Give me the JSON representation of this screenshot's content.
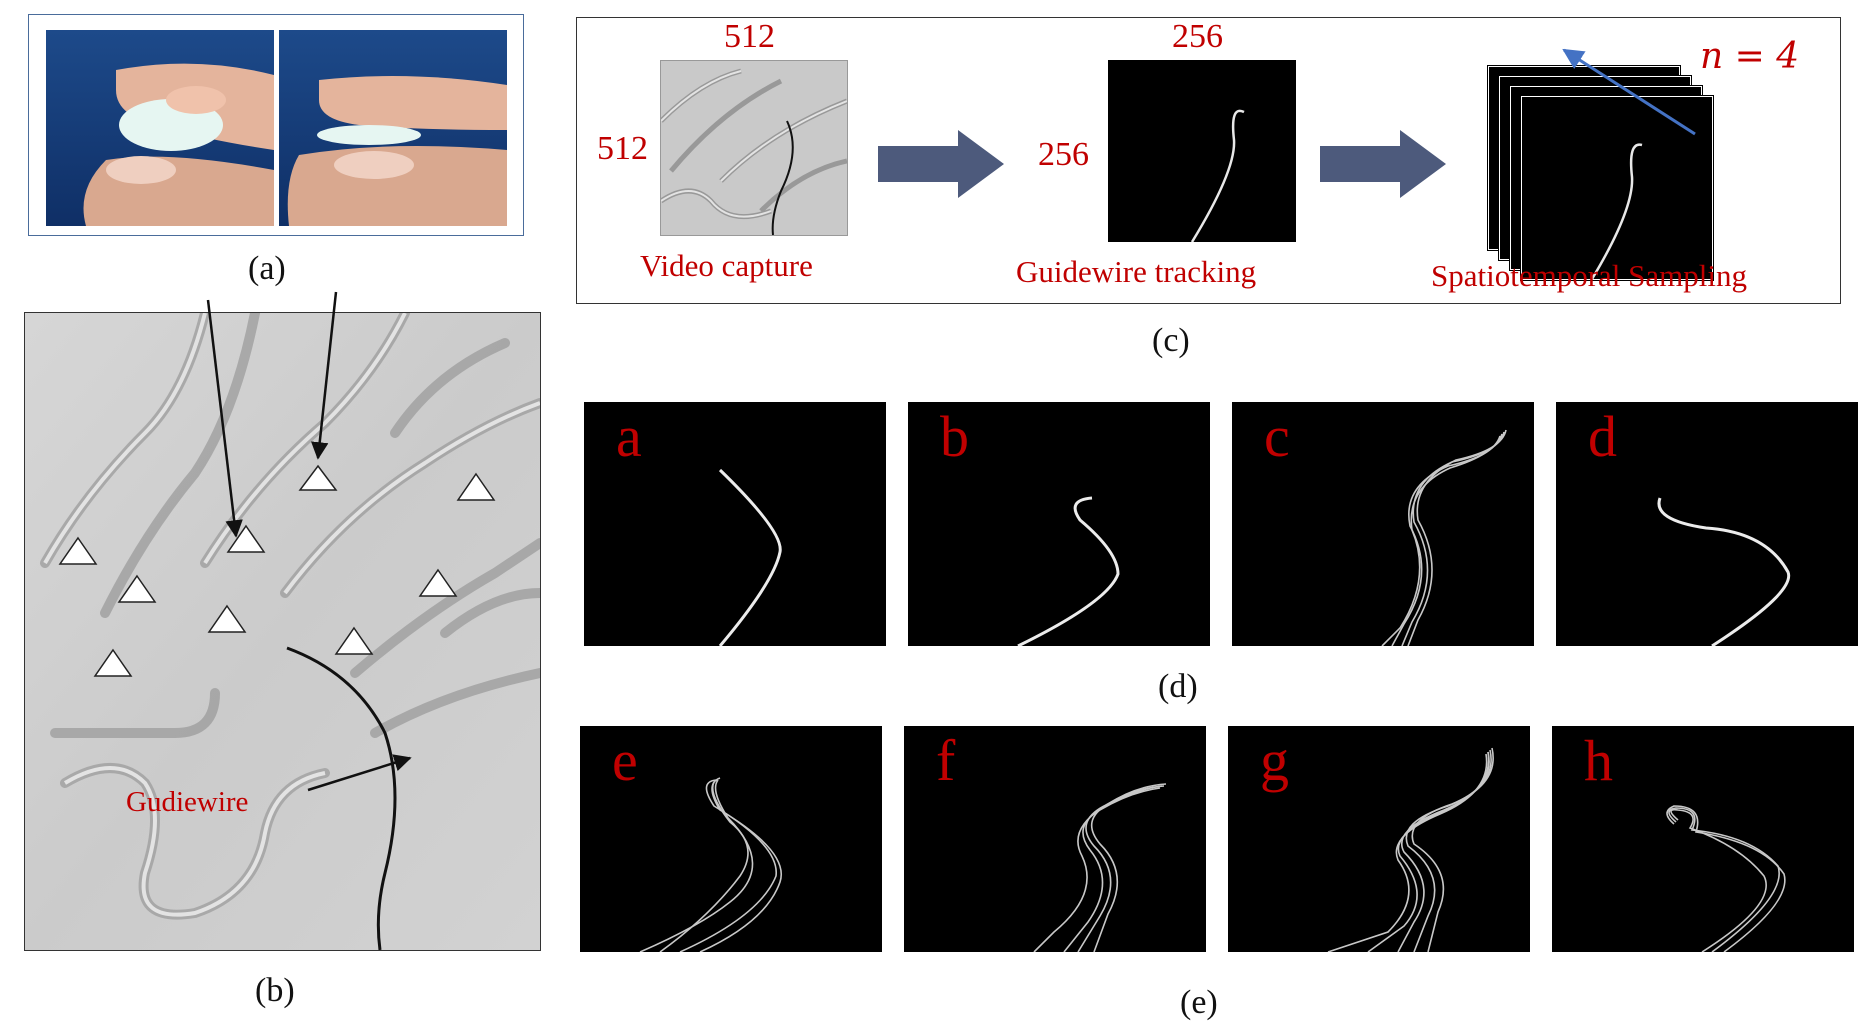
{
  "captions": {
    "a": "(a)",
    "b": "(b)",
    "c": "(c)",
    "d": "(d)",
    "e": "(e)"
  },
  "panel_b": {
    "guidewire_label": "Gudiewire"
  },
  "panel_c": {
    "input_width": "512",
    "input_height": "512",
    "tracked_width": "256",
    "tracked_height": "256",
    "n_label": "n = 4",
    "step1": "Video capture",
    "step2": "Guidewire tracking",
    "step3": "Spatiotemporal Sampling"
  },
  "samples": [
    {
      "label": "a"
    },
    {
      "label": "b"
    },
    {
      "label": "c"
    },
    {
      "label": "d"
    },
    {
      "label": "e"
    },
    {
      "label": "f"
    },
    {
      "label": "g"
    },
    {
      "label": "h"
    }
  ],
  "colors": {
    "label_red": "#c00000",
    "arrow_blue": "#4472c4",
    "block_arrow": "#4d5a7c",
    "frame_blue": "#4a6c9b"
  }
}
